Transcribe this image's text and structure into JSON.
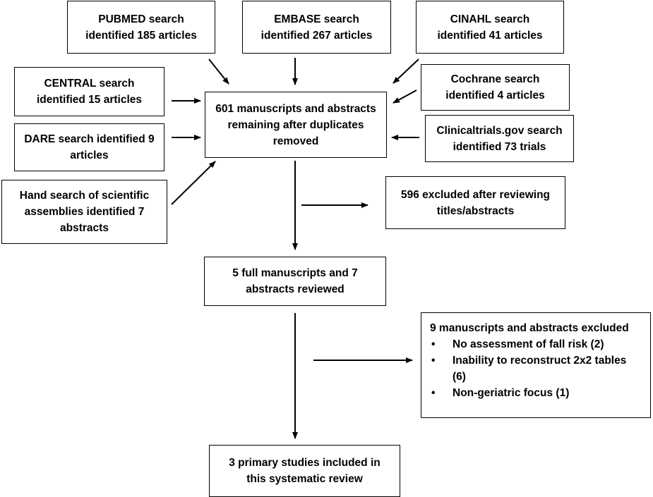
{
  "sources": {
    "pubmed": "PUBMED search\nidentified 185 articles",
    "embase": "EMBASE search\nidentified 267 articles",
    "cinahl": "CINAHL search\nidentified 41 articles",
    "central": "CENTRAL search\nidentified 15 articles",
    "cochrane": "Cochrane search\nidentified 4 articles",
    "dare": "DARE search identified 9\narticles",
    "clinicaltrials": "Clinicaltrials.gov search\nidentified 73 trials",
    "hand_search": "Hand search of scientific\nassemblies identified 7\nabstracts"
  },
  "flow": {
    "deduplicated": "601 manuscripts and abstracts\nremaining after duplicates\nremoved",
    "excluded_titles": "596 excluded after reviewing\ntitles/abstracts",
    "full_review": "5 full manuscripts and 7\nabstracts reviewed",
    "included": "3 primary studies included in\nthis systematic review"
  },
  "exclusions": {
    "title": "9 manuscripts and abstracts excluded",
    "reasons": [
      "No assessment of fall risk (2)",
      "Inability to reconstruct 2x2 tables\n(6)",
      "Non-geriatric focus (1)"
    ]
  }
}
